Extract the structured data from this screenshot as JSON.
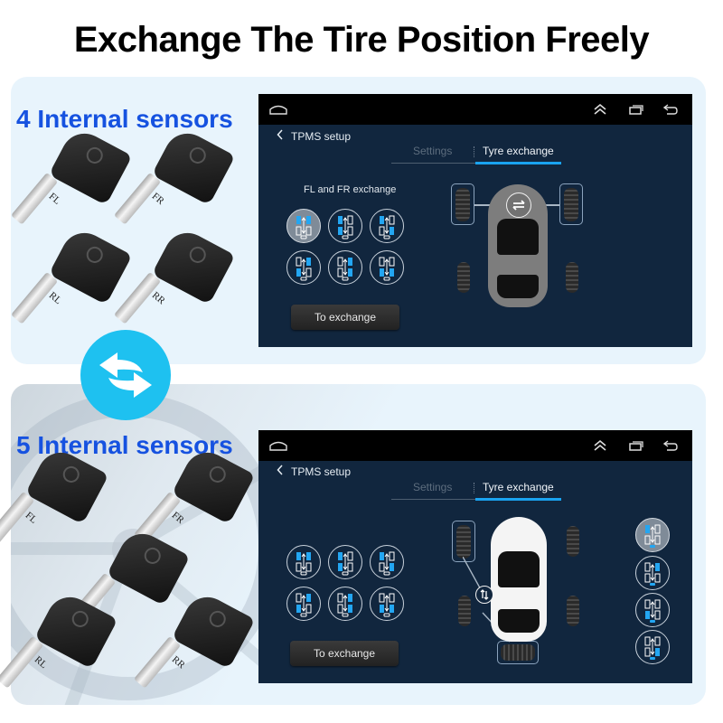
{
  "headline": "Exchange The Tire Position Freely",
  "colors": {
    "title_blue": "#1652e0",
    "swap_circle": "#1ec1f0",
    "screen_bg": "#11263e",
    "statusbar_bg": "#000000",
    "tab_active_underline": "#1aa3f0",
    "slot_active": "#23a6f2",
    "panel_bg": "#e8f4fc"
  },
  "sections": [
    {
      "title": "4 Internal sensors",
      "sensors": [
        "FL",
        "FR",
        "RL",
        "RR"
      ],
      "screen": {
        "statusbar": {
          "icons": [
            "home-icon",
            "chevron-up-double-icon",
            "recent-apps-icon",
            "back-icon"
          ]
        },
        "back_label": "TPMS setup",
        "tabs": [
          {
            "label": "Settings",
            "active": false
          },
          {
            "label": "Tyre exchange",
            "active": true
          }
        ],
        "caption": "FL and FR exchange",
        "options": [
          {
            "slots": [
              "FL",
              "FR"
            ],
            "selected": true
          },
          {
            "slots": [
              "FL",
              "RL"
            ],
            "selected": false
          },
          {
            "slots": [
              "FL",
              "RR"
            ],
            "selected": false
          },
          {
            "slots": [
              "FR",
              "RL"
            ],
            "selected": false
          },
          {
            "slots": [
              "FR",
              "RR"
            ],
            "selected": false
          },
          {
            "slots": [
              "RL",
              "RR"
            ],
            "selected": false
          }
        ],
        "button_label": "To exchange",
        "diagram": {
          "highlighted": [
            "FL",
            "FR"
          ],
          "swap_icon": "swap-horizontal-icon"
        }
      }
    },
    {
      "title": "5 Internal sensors",
      "sensors": [
        "FL",
        "FR",
        "center",
        "RL",
        "RR"
      ],
      "screen": {
        "statusbar": {
          "icons": [
            "home-icon",
            "chevron-up-double-icon",
            "recent-apps-icon",
            "back-icon"
          ]
        },
        "back_label": "TPMS setup",
        "tabs": [
          {
            "label": "Settings",
            "active": false
          },
          {
            "label": "Tyre exchange",
            "active": true
          }
        ],
        "options": [
          {
            "slots": [
              "FL",
              "FR"
            ],
            "selected": false
          },
          {
            "slots": [
              "FL",
              "RL"
            ],
            "selected": false
          },
          {
            "slots": [
              "FL",
              "RR"
            ],
            "selected": false
          },
          {
            "slots": [
              "FR",
              "RL"
            ],
            "selected": false
          },
          {
            "slots": [
              "FR",
              "RR"
            ],
            "selected": false
          },
          {
            "slots": [
              "RL",
              "RR"
            ],
            "selected": false
          }
        ],
        "spare_options": [
          {
            "slots": [
              "FL",
              "SP"
            ],
            "selected": true
          },
          {
            "slots": [
              "FR",
              "SP"
            ],
            "selected": false
          },
          {
            "slots": [
              "RL",
              "SP"
            ],
            "selected": false
          },
          {
            "slots": [
              "RR",
              "SP"
            ],
            "selected": false
          }
        ],
        "button_label": "To exchange",
        "diagram": {
          "highlighted": [
            "FL",
            "SP"
          ],
          "swap_icon": "swap-vertical-icon"
        }
      }
    }
  ]
}
